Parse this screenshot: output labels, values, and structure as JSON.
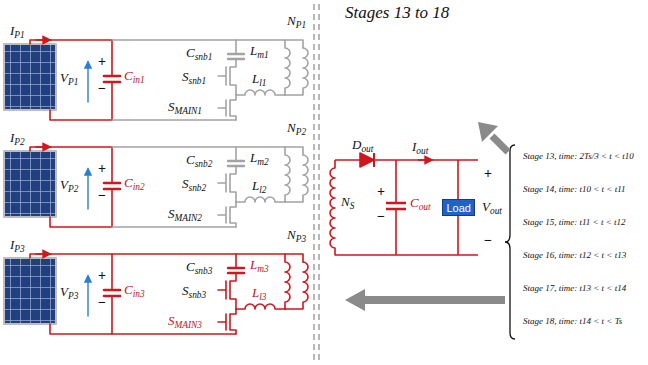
{
  "diagram": {
    "title": "Stages 13 to 18",
    "nodes": [
      {
        "text": [
          "Load"
        ]
      }
    ],
    "labels": [
      "IP1",
      "VP1",
      "Cin1",
      "+",
      "−",
      "Csnb1",
      "Ssnb1",
      "Lm1",
      "Ll1",
      "SMAIN1",
      "NP1",
      "IP2",
      "VP2",
      "Cin2",
      "+",
      "−",
      "Csnb2",
      "Ssnb2",
      "Lm2",
      "Ll2",
      "SMAIN2",
      "NP2",
      "IP3",
      "VP3",
      "Cin3",
      "+",
      "−",
      "Csnb3",
      "Ssnb3",
      "Lm3",
      "Ll3",
      "SMAIN3",
      "NP3",
      "NS",
      "Dout",
      "Iout",
      "Cout",
      "+",
      "−",
      "+",
      "Vout",
      "−",
      "Stage 13, time: 2Ts/3 < t < t10",
      "Stage 14, time: t10 < t < t11",
      "Stage 15, time: t11 < t < t12",
      "Stage 16, time: t12 < t < t13",
      "Stage 17, time: t13 < t < t14",
      "Stage 18, time: t14 < t < Ts"
    ]
  }
}
